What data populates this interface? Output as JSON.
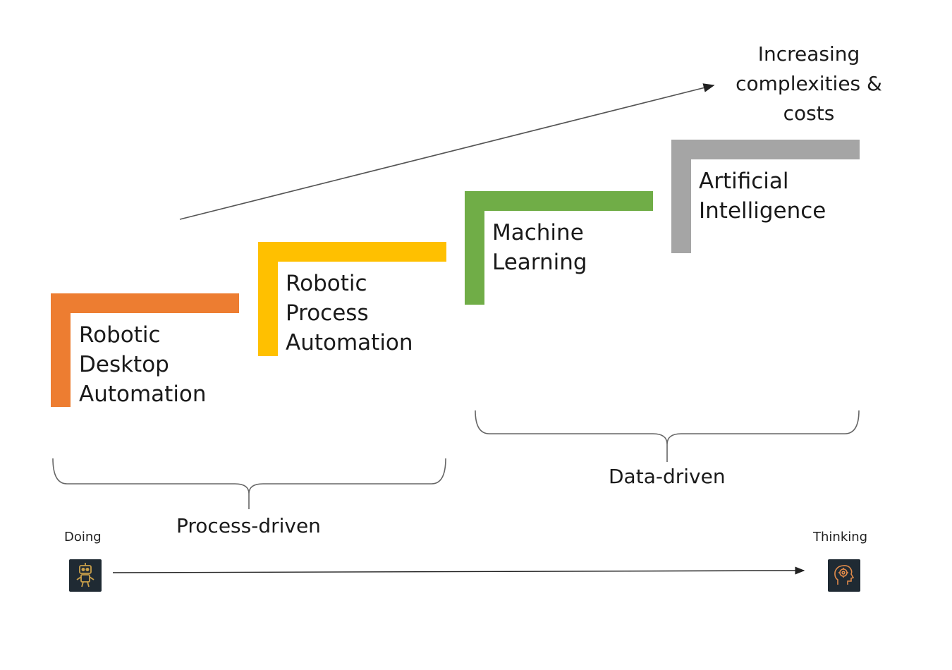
{
  "title": {
    "lines": [
      "Increasing",
      "complexities &",
      "costs"
    ]
  },
  "steps": [
    {
      "lines": [
        "Robotic",
        "Desktop",
        "Automation"
      ],
      "color": "#ED7D31"
    },
    {
      "lines": [
        "Robotic",
        "Process",
        "Automation"
      ],
      "color": "#FFC000"
    },
    {
      "lines": [
        "Machine",
        "Learning"
      ],
      "color": "#70AD47"
    },
    {
      "lines": [
        "Artificial",
        "Intelligence"
      ],
      "color": "#A5A5A5"
    }
  ],
  "groups": {
    "process": "Process-driven",
    "data": "Data-driven"
  },
  "axis": {
    "start_label": "Doing",
    "end_label": "Thinking",
    "start_icon": "robot-icon",
    "end_icon": "brain-head-icon"
  }
}
